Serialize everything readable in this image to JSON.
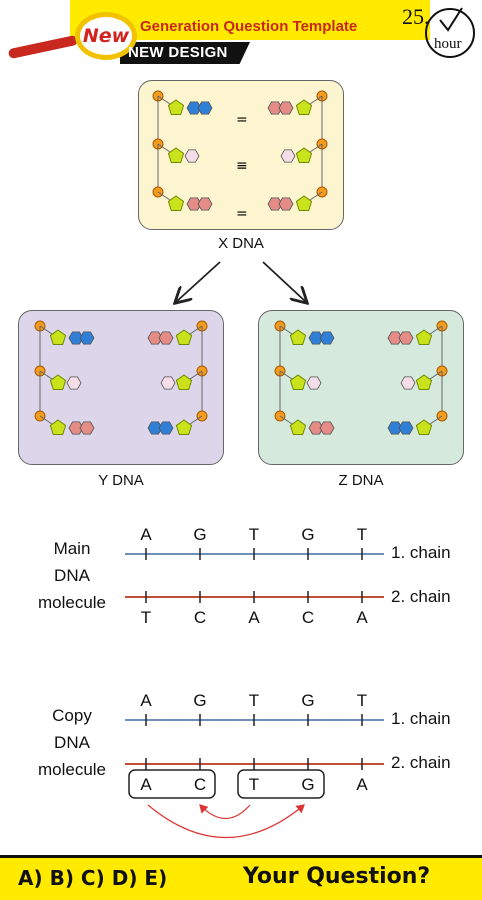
{
  "header": {
    "badge": "New",
    "title": "Generation Question Template",
    "subtitle": "NEW DESIGN",
    "clock_number": "25.",
    "clock_unit": "hour"
  },
  "diagram": {
    "panels": [
      {
        "id": "x",
        "label": "X DNA"
      },
      {
        "id": "y",
        "label": "Y DNA"
      },
      {
        "id": "z",
        "label": "Z DNA"
      }
    ]
  },
  "main_molecule": {
    "label_lines": [
      "Main",
      "DNA",
      "molecule"
    ],
    "chain1_label": "1. chain",
    "chain2_label": "2. chain",
    "chain1_bases": [
      "A",
      "G",
      "T",
      "G",
      "T"
    ],
    "chain2_bases": [
      "T",
      "C",
      "A",
      "C",
      "A"
    ]
  },
  "copy_molecule": {
    "label_lines": [
      "Copy",
      "DNA",
      "molecule"
    ],
    "chain1_label": "1. chain",
    "chain2_label": "2. chain",
    "chain1_bases": [
      "A",
      "G",
      "T",
      "G",
      "T"
    ],
    "chain2_bases": [
      "A",
      "C",
      "T",
      "G",
      "A"
    ]
  },
  "footer": {
    "answers": "A) B) C) D) E)",
    "question": "Your Question?"
  },
  "colors": {
    "header_yellow": "#ffea00",
    "title_red": "#c8281e",
    "chain1_blue": "#6f8fb8",
    "chain2_red": "#c0503a",
    "panel_x": "#fcf5cf",
    "panel_y": "#ddd6eb",
    "panel_z": "#d5eadc"
  }
}
